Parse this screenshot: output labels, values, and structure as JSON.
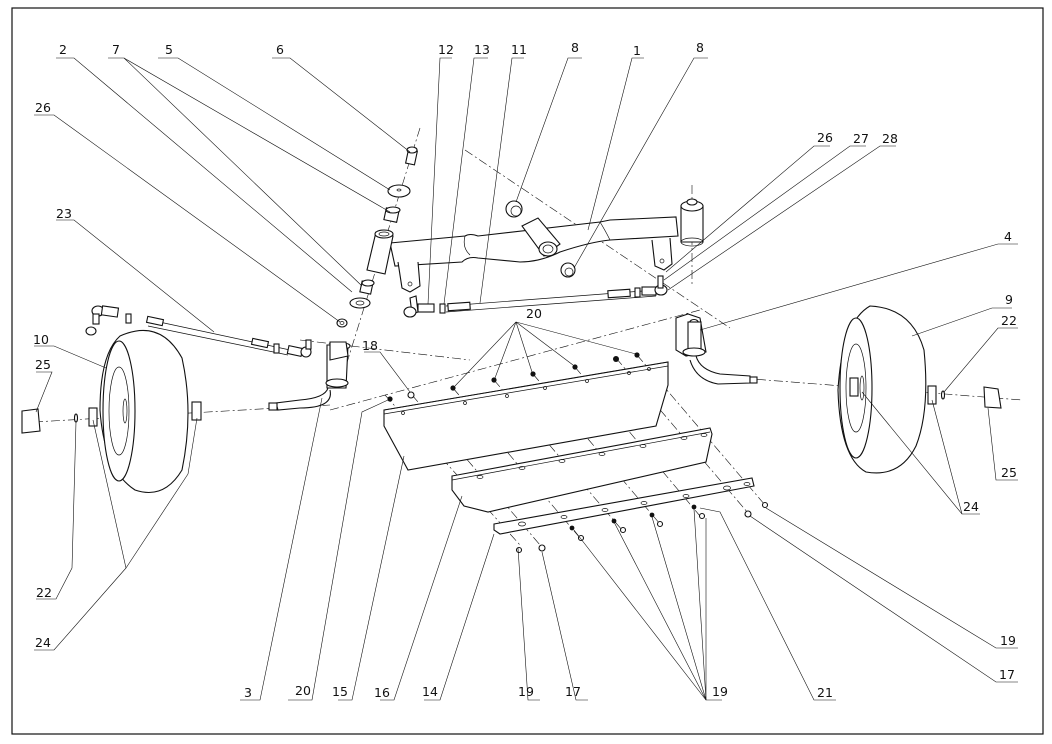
{
  "labels": {
    "l1": "1",
    "l2": "2",
    "l3": "3",
    "l4": "4",
    "l5": "5",
    "l6": "6",
    "l7": "7",
    "l8a": "8",
    "l8b": "8",
    "l9": "9",
    "l10": "10",
    "l11": "11",
    "l12": "12",
    "l13": "13",
    "l14": "14",
    "l15": "15",
    "l16": "16",
    "l17a": "17",
    "l17b": "17",
    "l18": "18",
    "l19a": "19",
    "l19b": "19",
    "l19c": "19",
    "l20a": "20",
    "l20b": "20",
    "l21": "21",
    "l22a": "22",
    "l22b": "22",
    "l23": "23",
    "l24a": "24",
    "l24b": "24",
    "l25a": "25",
    "l25b": "25",
    "l26a": "26",
    "l26b": "26",
    "l27": "27",
    "l28": "28"
  }
}
